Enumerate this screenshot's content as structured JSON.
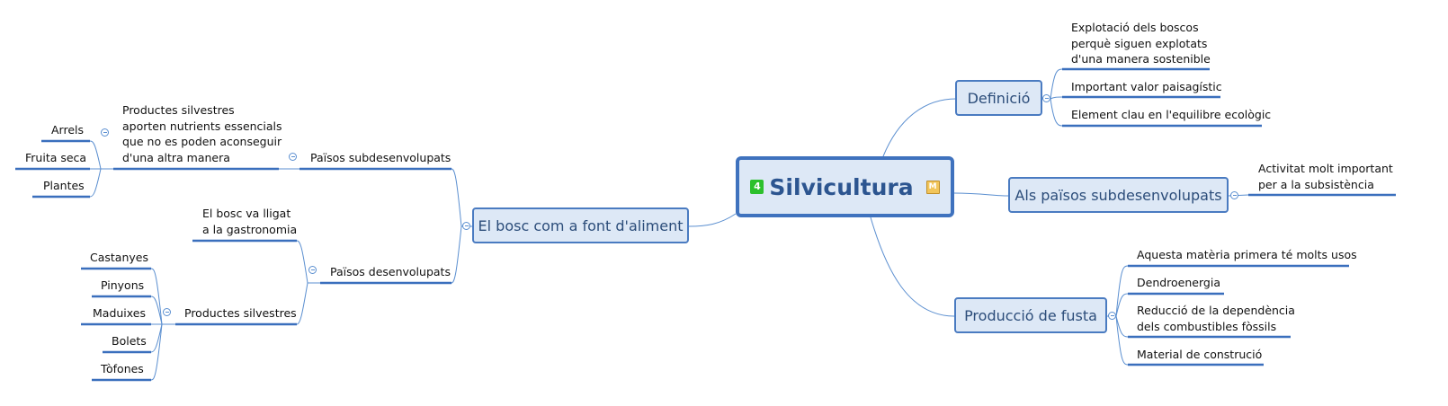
{
  "central": {
    "title": "Silvicultura",
    "priority": "4",
    "marker": "M"
  },
  "right": {
    "definicio": {
      "label": "Definició",
      "items": [
        "Explotació dels boscos\nperquè siguen explotats\nd'una manera sostenible",
        "Important valor paisagístic",
        "Element clau en l'equilibre ecològic"
      ]
    },
    "paisos": {
      "label": "Als països subdesenvolupats",
      "items": [
        "Activitat molt important\nper a la subsistència"
      ]
    },
    "fusta": {
      "label": "Producció de fusta",
      "items": [
        "Aquesta matèria primera té molts usos",
        "Dendroenergia",
        "Reducció de la dependència\ndels combustibles fòssils",
        "Material de construció"
      ]
    }
  },
  "left": {
    "aliment": {
      "label": "El bosc com a font d'aliment",
      "subdesenvolupats": {
        "label": "Països subdesenvolupats",
        "silvestres": "Productes silvestres\naporten nutrients essencials\nque no es poden aconseguir\nd'una altra manera",
        "items": [
          "Arrels",
          "Fruita seca",
          "Plantes"
        ]
      },
      "desenvolupats": {
        "label": "Països desenvolupats",
        "gastronomia": "El bosc va lligat\na la gastronomia",
        "productes": {
          "label": "Productes silvestres",
          "items": [
            "Castanyes",
            "Pinyons",
            "Maduixes",
            "Bolets",
            "Tòfones"
          ]
        }
      }
    }
  }
}
